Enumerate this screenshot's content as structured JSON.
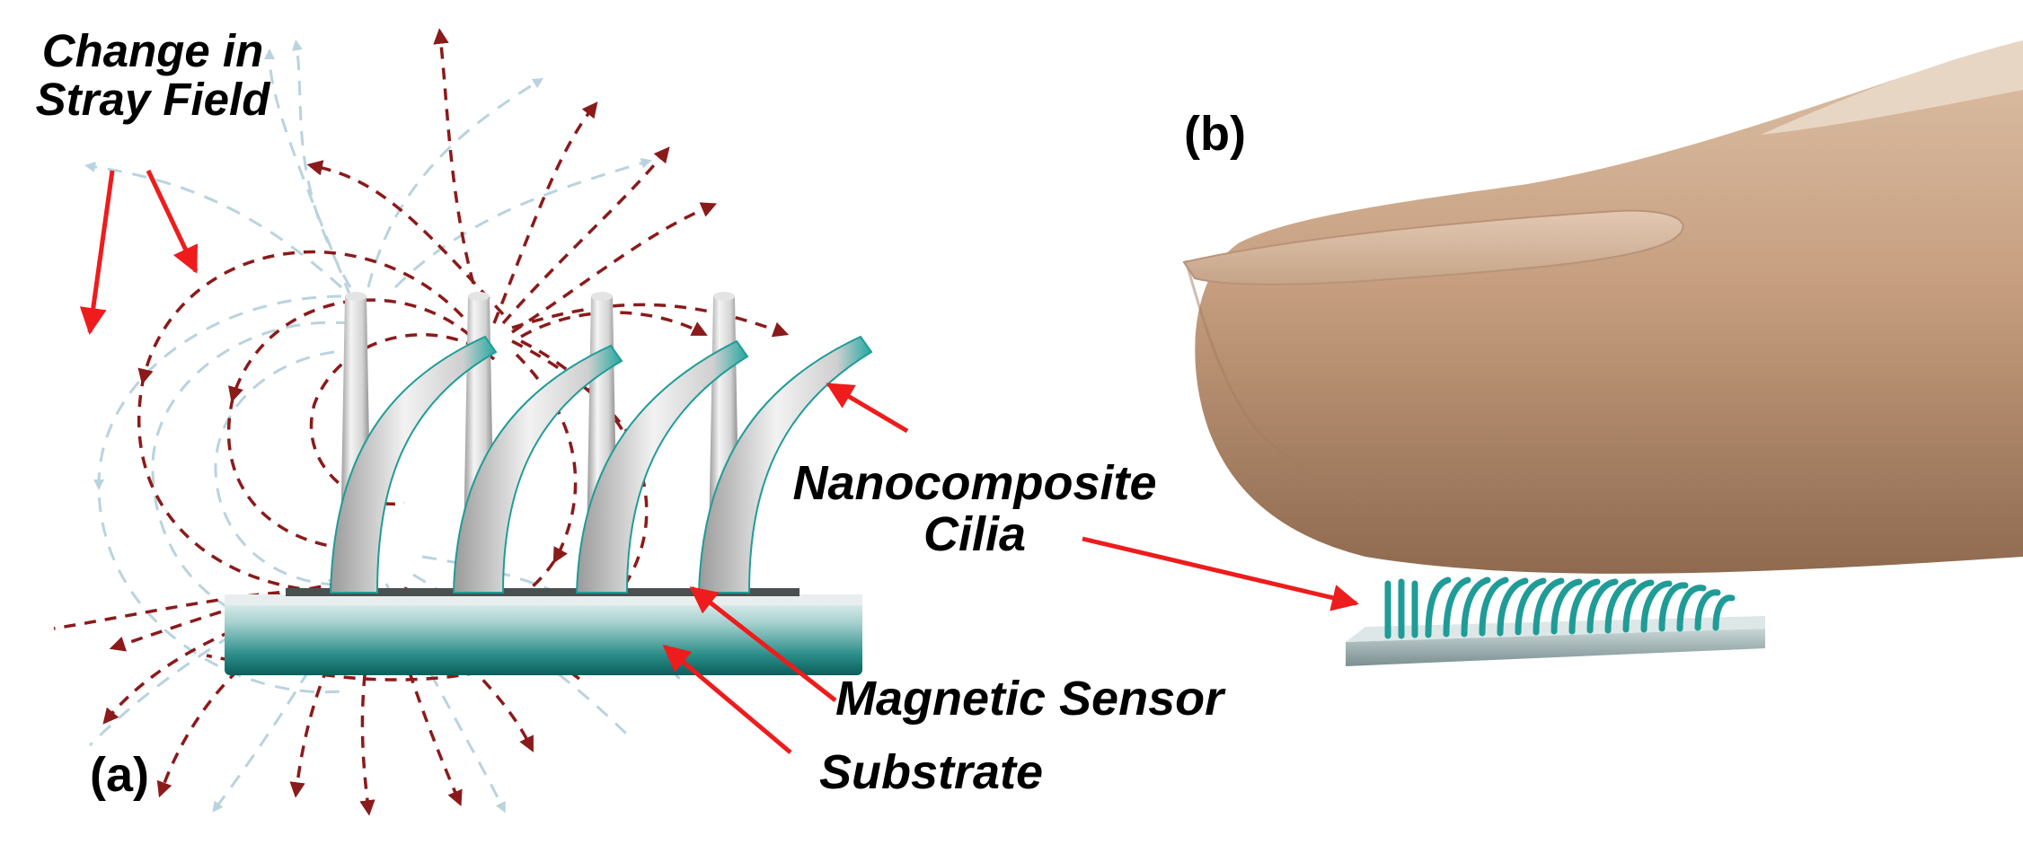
{
  "panels": {
    "a": {
      "label": "(a)"
    },
    "b": {
      "label": "(b)"
    }
  },
  "labels": {
    "stray_field_line1": "Change in",
    "stray_field_line2": "Stray Field",
    "nanocomposite_line1": "Nanocomposite",
    "nanocomposite_line2": "Cilia",
    "magnetic_sensor": "Magnetic Sensor",
    "substrate": "Substrate"
  },
  "colors": {
    "field_line_red": "#8b1a1a",
    "field_line_blue": "#b9d3df",
    "arrow_red": "#ee1c1c",
    "cilia_teal": "#1f9c97",
    "substrate_teal": "#0d6e6a",
    "skin": "#c9a07f"
  },
  "icons": {
    "field_arrowhead": "triangle-arrow-icon",
    "pointer_arrow": "red-arrow-icon"
  }
}
